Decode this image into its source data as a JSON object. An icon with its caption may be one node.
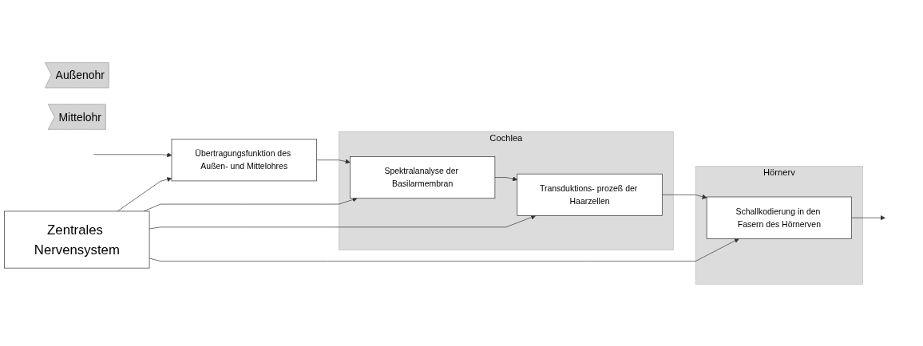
{
  "diagram": {
    "nodes": [
      {
        "text": [
          "Außenohr"
        ]
      },
      {
        "text": [
          "Mittelohr"
        ]
      },
      {
        "text": [
          "Cochlea"
        ]
      },
      {
        "text": [
          "Hörnerv"
        ]
      },
      {
        "text": [
          "Übertragungsfunktion des Außen- und Mittelohres"
        ]
      },
      {
        "text": [
          "Spektralanalyse der Basilarmembran"
        ],
        "in": 2
      },
      {
        "text": [
          "Transduktions- prozeß der Haarzellen"
        ],
        "in": 2
      },
      {
        "text": [
          "Schallkodierung in den Fasern des Hörnerven"
        ],
        "in": 3
      },
      {
        "text": [
          "Zentrales Nervensystem"
        ]
      }
    ],
    "edges": [
      {
        "from": null,
        "to": 4,
        "arrow": "to"
      },
      {
        "from": 4,
        "to": 5,
        "arrow": "to"
      },
      {
        "from": 5,
        "to": 6,
        "arrow": "to"
      },
      {
        "from": 6,
        "to": 7,
        "arrow": "to"
      },
      {
        "from": 7,
        "to": null,
        "arrow": "to"
      },
      {
        "from": 8,
        "to": 4,
        "arrow": "to"
      },
      {
        "from": 8,
        "to": 5,
        "arrow": "to"
      },
      {
        "from": 8,
        "to": 6,
        "arrow": "to"
      },
      {
        "from": 8,
        "to": 7,
        "arrow": "to"
      }
    ]
  }
}
